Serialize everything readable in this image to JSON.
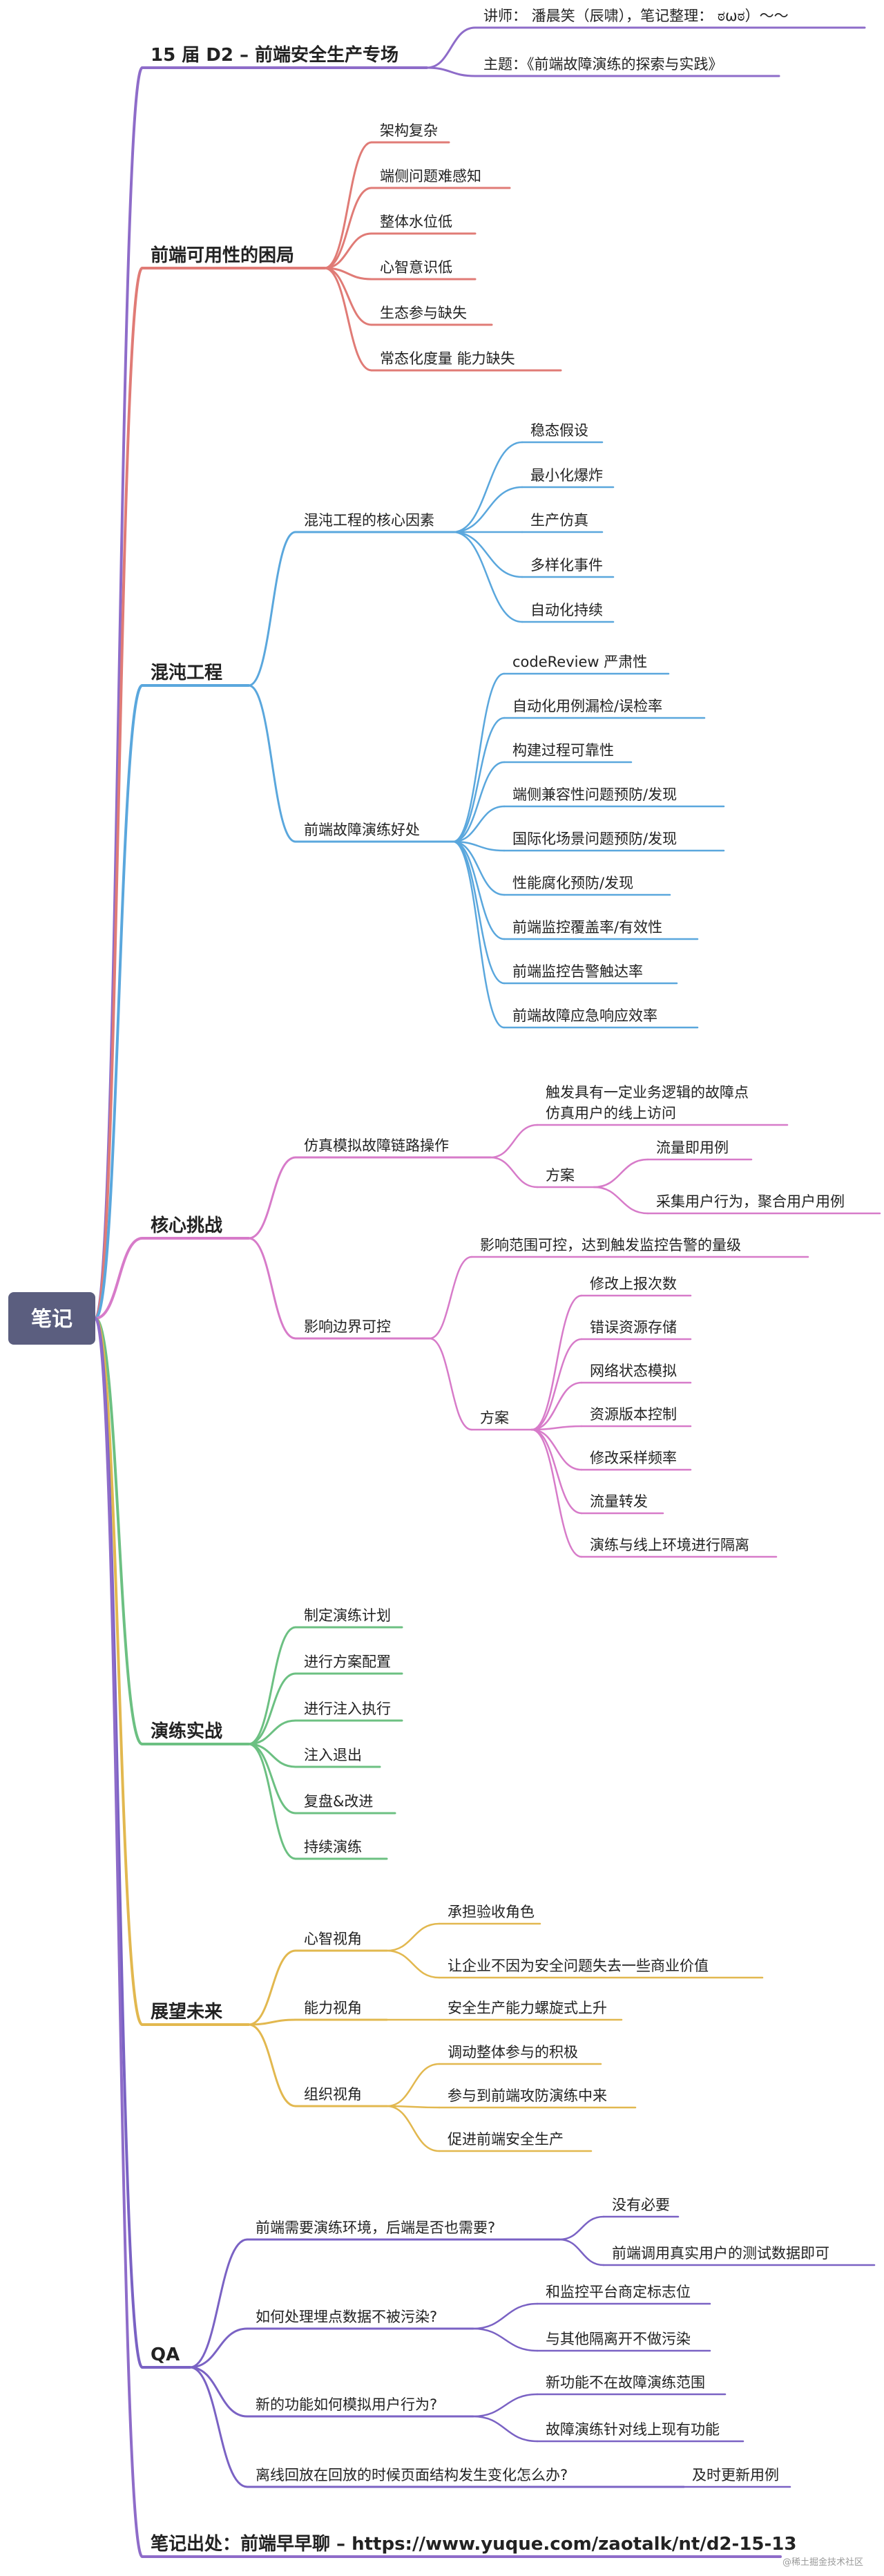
{
  "colors": {
    "purple": "#8e6cc9",
    "red": "#e07b76",
    "blue": "#5aa7dd",
    "pink": "#d77bc9",
    "green": "#6cc082",
    "yellow": "#e2b84f",
    "violet": "#7a62c4",
    "root_fill": "#5b5e7f",
    "root_text": "#ffffff"
  },
  "watermark": "@稀土掘金技术社区",
  "mindmap": {
    "root": "笔记",
    "branches": [
      {
        "key": "d2",
        "color": "purple",
        "label": "15 届 D2 – 前端安全生产专场",
        "children": [
          {
            "key": "lecturer",
            "label": "讲师：  潘晨笑（辰啸），笔记整理：  ಠωಠ）～～"
          },
          {
            "key": "topic",
            "label": "主题：《前端故障演练的探索与实践》"
          }
        ]
      },
      {
        "key": "avail",
        "color": "red",
        "label": "前端可用性的困局",
        "children": [
          {
            "key": "a1",
            "label": "架构复杂"
          },
          {
            "key": "a2",
            "label": "端侧问题难感知"
          },
          {
            "key": "a3",
            "label": "整体水位低"
          },
          {
            "key": "a4",
            "label": "心智意识低"
          },
          {
            "key": "a5",
            "label": "生态参与缺失"
          },
          {
            "key": "a6",
            "label": "常态化度量  能力缺失"
          }
        ]
      },
      {
        "key": "chaos",
        "color": "blue",
        "label": "混沌工程",
        "children": [
          {
            "key": "core",
            "label": "混沌工程的核心因素",
            "children": [
              {
                "key": "c1",
                "label": "稳态假设"
              },
              {
                "key": "c2",
                "label": "最小化爆炸"
              },
              {
                "key": "c3",
                "label": "生产仿真"
              },
              {
                "key": "c4",
                "label": "多样化事件"
              },
              {
                "key": "c5",
                "label": "自动化持续"
              }
            ]
          },
          {
            "key": "benefit",
            "label": "前端故障演练好处",
            "children": [
              {
                "key": "b1",
                "label": "codeReview 严肃性"
              },
              {
                "key": "b2",
                "label": "自动化用例漏检/误检率"
              },
              {
                "key": "b3",
                "label": "构建过程可靠性"
              },
              {
                "key": "b4",
                "label": "端侧兼容性问题预防/发现"
              },
              {
                "key": "b5",
                "label": "国际化场景问题预防/发现"
              },
              {
                "key": "b6",
                "label": "性能腐化预防/发现"
              },
              {
                "key": "b7",
                "label": "前端监控覆盖率/有效性"
              },
              {
                "key": "b8",
                "label": "前端监控告警触达率"
              },
              {
                "key": "b9",
                "label": "前端故障应急响应效率"
              }
            ]
          }
        ]
      },
      {
        "key": "challenge",
        "color": "pink",
        "label": "核心挑战",
        "children": [
          {
            "key": "sim",
            "label": "仿真模拟故障链路操作",
            "children": [
              {
                "key": "s1",
                "label": "触发具有一定业务逻辑的故障点",
                "label2": "仿真用户的线上访问"
              },
              {
                "key": "splan",
                "label": "方案",
                "children": [
                  {
                    "key": "sp1",
                    "label": "流量即用例"
                  },
                  {
                    "key": "sp2",
                    "label": "采集用户行为，聚合用户用例"
                  }
                ]
              }
            ]
          },
          {
            "key": "bound",
            "label": "影响边界可控",
            "children": [
              {
                "key": "bd1",
                "label": "影响范围可控，达到触发监控告警的量级"
              },
              {
                "key": "bplan",
                "label": "方案",
                "children": [
                  {
                    "key": "bp1",
                    "label": "修改上报次数"
                  },
                  {
                    "key": "bp2",
                    "label": "错误资源存储"
                  },
                  {
                    "key": "bp3",
                    "label": "网络状态模拟"
                  },
                  {
                    "key": "bp4",
                    "label": "资源版本控制"
                  },
                  {
                    "key": "bp5",
                    "label": "修改采样频率"
                  },
                  {
                    "key": "bp6",
                    "label": "流量转发"
                  },
                  {
                    "key": "bp7",
                    "label": "演练与线上环境进行隔离"
                  }
                ]
              }
            ]
          }
        ]
      },
      {
        "key": "practice",
        "color": "green",
        "label": "演练实战",
        "children": [
          {
            "key": "p1",
            "label": "制定演练计划"
          },
          {
            "key": "p2",
            "label": "进行方案配置"
          },
          {
            "key": "p3",
            "label": "进行注入执行"
          },
          {
            "key": "p4",
            "label": "注入退出"
          },
          {
            "key": "p5",
            "label": "复盘&改进"
          },
          {
            "key": "p6",
            "label": "持续演练"
          }
        ]
      },
      {
        "key": "future",
        "color": "yellow",
        "label": "展望未来",
        "children": [
          {
            "key": "mind",
            "label": "心智视角",
            "children": [
              {
                "key": "m1",
                "label": "承担验收角色"
              },
              {
                "key": "m2",
                "label": "让企业不因为安全问题失去一些商业价值"
              }
            ]
          },
          {
            "key": "ability",
            "label": "能力视角",
            "children": [
              {
                "key": "ab1",
                "label": "安全生产能力螺旋式上升"
              }
            ]
          },
          {
            "key": "org",
            "label": "组织视角",
            "children": [
              {
                "key": "o1",
                "label": "调动整体参与的积极"
              },
              {
                "key": "o2",
                "label": "参与到前端攻防演练中来"
              },
              {
                "key": "o3",
                "label": "促进前端安全生产"
              }
            ]
          }
        ]
      },
      {
        "key": "qa",
        "color": "violet",
        "label": "QA",
        "children": [
          {
            "key": "q1",
            "label": "前端需要演练环境，后端是否也需要?",
            "children": [
              {
                "key": "q1a",
                "label": "没有必要"
              },
              {
                "key": "q1b",
                "label": "前端调用真实用户的测试数据即可"
              }
            ]
          },
          {
            "key": "q2",
            "label": "如何处理埋点数据不被污染?",
            "children": [
              {
                "key": "q2a",
                "label": "和监控平台商定标志位"
              },
              {
                "key": "q2b",
                "label": "与其他隔离开不做污染"
              }
            ]
          },
          {
            "key": "q3",
            "label": "新的功能如何模拟用户行为?",
            "children": [
              {
                "key": "q3a",
                "label": "新功能不在故障演练范围"
              },
              {
                "key": "q3b",
                "label": "故障演练针对线上现有功能"
              }
            ]
          },
          {
            "key": "q4",
            "label": "离线回放在回放的时候页面结构发生变化怎么办?",
            "children": [
              {
                "key": "q4a",
                "label": "及时更新用例"
              }
            ]
          }
        ]
      },
      {
        "key": "src",
        "color": "purple",
        "label": "笔记出处：前端早早聊 – https://www.yuque.com/zaotalk/nt/d2-15-13"
      }
    ]
  }
}
